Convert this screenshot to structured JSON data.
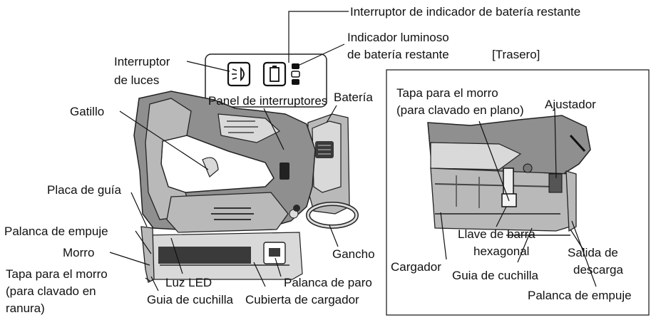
{
  "labels": {
    "switch_indicator": "Interruptor de indicador de batería restante",
    "lamp_line1": "Indicador luminoso",
    "lamp_line2": "de batería restante",
    "lights_line1": "Interruptor",
    "lights_line2": "de luces",
    "switch_panel": "Panel de interruptores",
    "battery": "Batería",
    "trigger": "Gatillo",
    "guide_plate": "Placa de guía",
    "push_lever": "Palanca de empuje",
    "nose": "Morro",
    "nose_cap_groove_1": "Tapa para el morro",
    "nose_cap_groove_2": "(para clavado en",
    "nose_cap_groove_3": "ranura)",
    "led_light": "Luz LED",
    "blade_guide": "Guia de cuchilla",
    "magazine_cover": "Cubierta de cargador",
    "stop_lever": "Palanca de paro",
    "hook": "Gancho"
  },
  "rear": {
    "title": "[Trasero]",
    "nose_cap_flat_1": "Tapa para el morro",
    "nose_cap_flat_2": "(para clavado en plano)",
    "adjuster": "Ajustador",
    "hex_wrench_1": "Llave de barra",
    "hex_wrench_2": "hexagonal",
    "magazine": "Cargador",
    "blade_guide": "Guia de cuchilla",
    "exhaust_1": "Salida de",
    "exhaust_2": "descarga",
    "push_lever": "Palanca de empuje"
  },
  "colors": {
    "line": "#111111",
    "tool_gray": "#b9b9b9",
    "tool_dark": "#8f8f8f"
  }
}
